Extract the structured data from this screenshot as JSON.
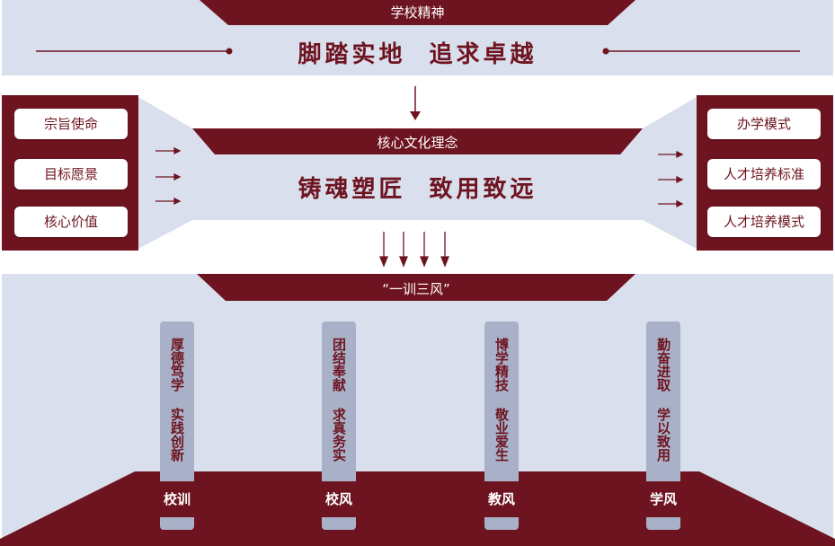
{
  "spirit": {
    "tab": "学校精神",
    "motto": "脚踏实地  追求卓越"
  },
  "core": {
    "tab": "核心文化理念",
    "motto": "铸魂塑匠  致用致远"
  },
  "left_items": [
    "宗旨使命",
    "目标愿景",
    "核心价值"
  ],
  "right_items": [
    "办学模式",
    "人才培养标准",
    "人才培养模式"
  ],
  "winds": {
    "tab": "“一训三风”",
    "pillars": [
      {
        "text": "厚德笃学 实践创新",
        "badge": "校训"
      },
      {
        "text": "团结奉献 求真务实",
        "badge": "校风"
      },
      {
        "text": "博学精技 敬业爱生",
        "badge": "教风"
      },
      {
        "text": "勤奋进取 学以致用",
        "badge": "学风"
      }
    ]
  },
  "colors": {
    "maroon": "#6e1420",
    "panel": "#d9dfec",
    "pillar": "#a9b1c8"
  }
}
